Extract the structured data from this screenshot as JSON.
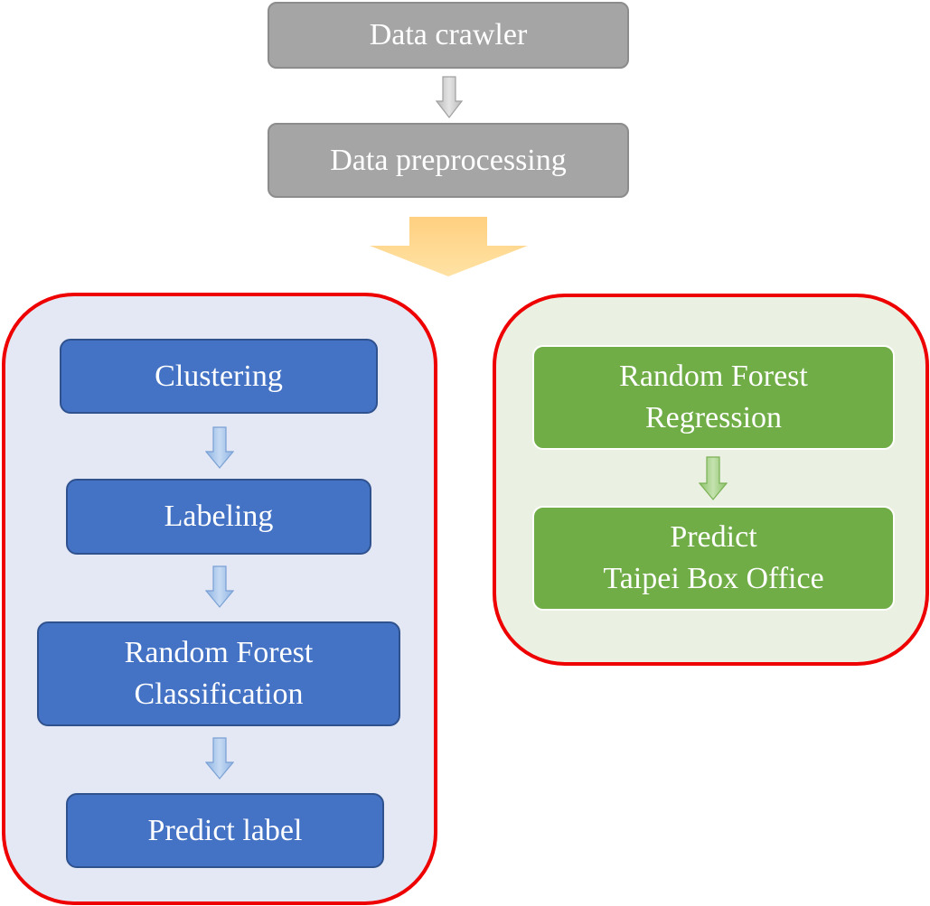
{
  "pipeline": {
    "crawler": "Data crawler",
    "preprocessing": "Data preprocessing"
  },
  "classification_branch": {
    "steps": [
      "Clustering",
      "Labeling",
      "Random Forest\nClassification",
      "Predict label"
    ]
  },
  "regression_branch": {
    "steps": [
      "Random Forest\nRegression",
      "Predict\nTaipei Box Office"
    ]
  },
  "colors": {
    "gray_box": "#a5a5a5",
    "blue_box": "#4472c4",
    "green_box": "#70ad47",
    "panel_border": "#ee0000",
    "split_arrow": "#ffd480"
  }
}
